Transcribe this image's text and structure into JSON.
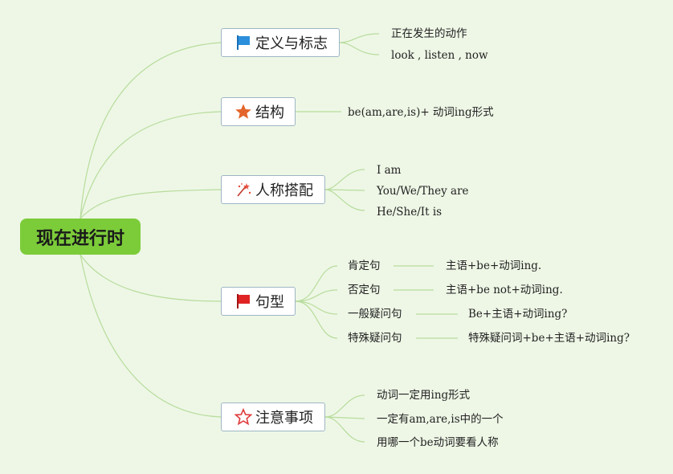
{
  "root": {
    "label": "现在进行时"
  },
  "branches": [
    {
      "label": "定义与标志",
      "icon": "blue-flag-icon",
      "leaves": [
        "正在发生的动作",
        "look , listen , now"
      ]
    },
    {
      "label": "结构",
      "icon": "orange-star-icon",
      "leaves": [
        "be(am,are,is)+ 动词ing形式"
      ]
    },
    {
      "label": "人称搭配",
      "icon": "sparkles-icon",
      "leaves": [
        "I am",
        "You/We/They are",
        "He/She/It is"
      ]
    },
    {
      "label": "句型",
      "icon": "red-flag-icon",
      "rows": [
        {
          "type": "肯定句",
          "pattern": "主语+be+动词ing."
        },
        {
          "type": "否定句",
          "pattern": "主语+be not+动词ing."
        },
        {
          "type": "一般疑问句",
          "pattern": "Be+主语+动词ing?"
        },
        {
          "type": "特殊疑问句",
          "pattern": "特殊疑问词+be+主语+动词ing?"
        }
      ]
    },
    {
      "label": "注意事项",
      "icon": "star-outline-icon",
      "leaves": [
        "动词一定用ing形式",
        "一定有am,are,is中的一个",
        "用哪一个be动词要看人称"
      ]
    }
  ],
  "colors": {
    "background": "#eef7e6",
    "root_fill": "#7ccc3a",
    "connector": "#b7dc9c",
    "node_border": "#9db5c4"
  }
}
